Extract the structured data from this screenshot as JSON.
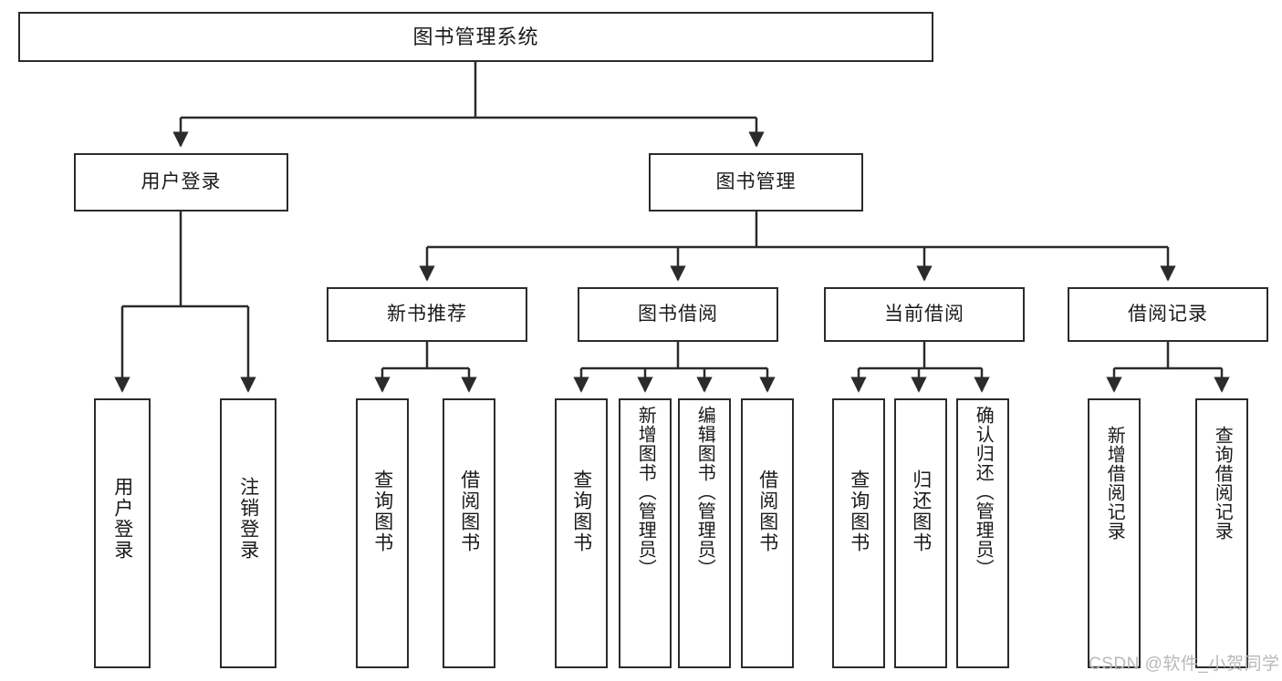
{
  "diagram": {
    "title": "图书管理系统",
    "type": "hierarchy-tree",
    "watermark": "CSDN @软件_小贺同学",
    "colors": {
      "line": "#2b2b2b",
      "box_border": "#2b2b2b",
      "box_fill": "#ffffff",
      "text": "#1a1a1a",
      "watermark": "#b9b9b9"
    },
    "levels": {
      "level1": [
        {
          "id": "root",
          "label": "图书管理系统"
        }
      ],
      "level2": [
        {
          "id": "user-login",
          "label": "用户登录"
        },
        {
          "id": "book-manage",
          "label": "图书管理"
        }
      ],
      "level3": [
        {
          "id": "new-book-rec",
          "label": "新书推荐"
        },
        {
          "id": "book-borrow",
          "label": "图书借阅"
        },
        {
          "id": "current-borrow",
          "label": "当前借阅"
        },
        {
          "id": "borrow-record",
          "label": "借阅记录"
        }
      ],
      "level4": [
        {
          "id": "leaf-user-login",
          "label": "用户登录",
          "parent": "user-login"
        },
        {
          "id": "leaf-user-logout",
          "label": "注销登录",
          "parent": "user-login"
        },
        {
          "id": "leaf-query-book-1",
          "label": "查询图书",
          "parent": "new-book-rec"
        },
        {
          "id": "leaf-borrow-book-1",
          "label": "借阅图书",
          "parent": "new-book-rec"
        },
        {
          "id": "leaf-query-book-2",
          "label": "查询图书",
          "parent": "book-borrow"
        },
        {
          "id": "leaf-add-book",
          "label": "新增图书（管理员）",
          "parent": "book-borrow"
        },
        {
          "id": "leaf-edit-book",
          "label": "编辑图书（管理员）",
          "parent": "book-borrow"
        },
        {
          "id": "leaf-borrow-book-2",
          "label": "借阅图书",
          "parent": "book-borrow"
        },
        {
          "id": "leaf-query-book-3",
          "label": "查询图书",
          "parent": "current-borrow"
        },
        {
          "id": "leaf-return-book",
          "label": "归还图书",
          "parent": "current-borrow"
        },
        {
          "id": "leaf-confirm-return",
          "label": "确认归还（管理员）",
          "parent": "current-borrow"
        },
        {
          "id": "leaf-add-record",
          "label": "新增借阅记录",
          "parent": "borrow-record"
        },
        {
          "id": "leaf-query-record",
          "label": "查询借阅记录",
          "parent": "borrow-record"
        }
      ]
    }
  }
}
